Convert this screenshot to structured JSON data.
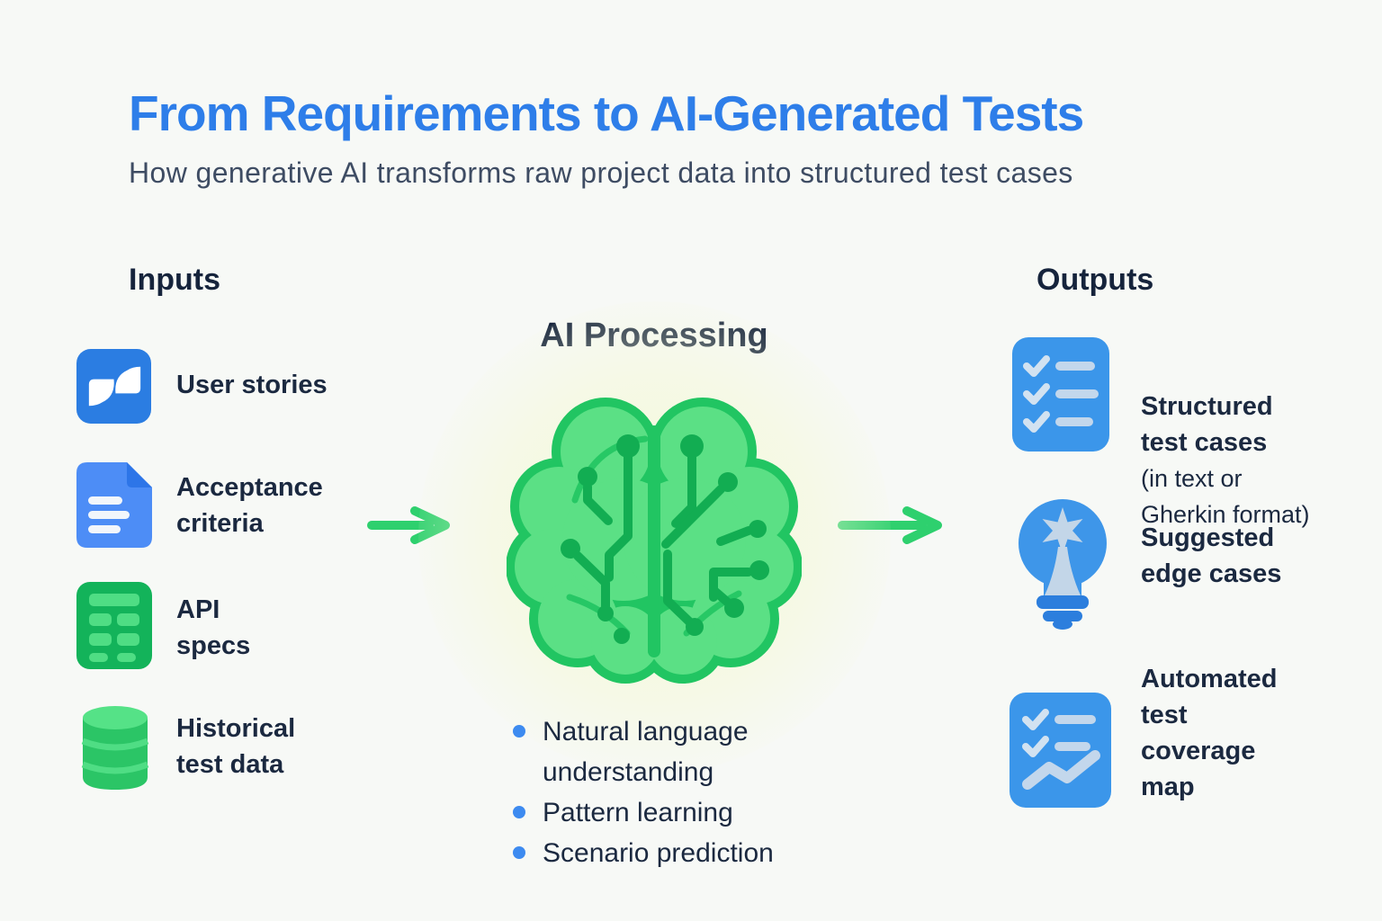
{
  "header": {
    "title": "From Requirements to AI-Generated Tests",
    "subtitle": "How generative AI transforms raw project data into structured test cases"
  },
  "inputs": {
    "heading": "Inputs",
    "items": [
      {
        "icon": "jira-user-stories-icon",
        "label": "User stories"
      },
      {
        "icon": "document-icon",
        "label": "Acceptance\ncriteria"
      },
      {
        "icon": "api-table-icon",
        "label": "API\nspecs"
      },
      {
        "icon": "database-icon",
        "label": "Historical\ntest data"
      }
    ]
  },
  "processing": {
    "heading": "AI Processing",
    "icon": "circuit-brain-icon",
    "bullets": [
      "Natural language\nunderstanding",
      "Pattern learning",
      "Scenario prediction"
    ]
  },
  "outputs": {
    "heading": "Outputs",
    "items": [
      {
        "icon": "checklist-icon",
        "label": "Structured\ntest cases",
        "sublabel": "(in text or\nGherkin format)"
      },
      {
        "icon": "lightbulb-icon",
        "label": "Suggested\nedge cases"
      },
      {
        "icon": "coverage-map-icon",
        "label": "Automated\ntest\ncoverage\nmap"
      }
    ]
  },
  "flow": {
    "left_arrow": "arrow-right-icon",
    "right_arrow": "arrow-right-icon"
  },
  "colors": {
    "background": "#f7f9f6",
    "title_blue": "#2e7ee9",
    "text_dark": "#1b2940",
    "subtitle_gray": "#3e4c63",
    "green_outline": "#21c562",
    "green_fill": "#5be085",
    "green_circuit": "#12ad52",
    "green_arrow": "#2ed06e",
    "tile_blue": "#3b96ea",
    "tile_blue_dark": "#2c7edd",
    "tile_detail_light": "#c3d7ec",
    "jira_blue": "#2b7de2",
    "docs_blue": "#4d8df6",
    "docs_fold": "#2d75e8",
    "table_green": "#13b35a",
    "table_cell_green": "#4fdd84",
    "db_green": "#2bc566",
    "db_top_green": "#55e287",
    "bullet_blue": "#3d8bf0",
    "glow": "#f4f9d6"
  }
}
